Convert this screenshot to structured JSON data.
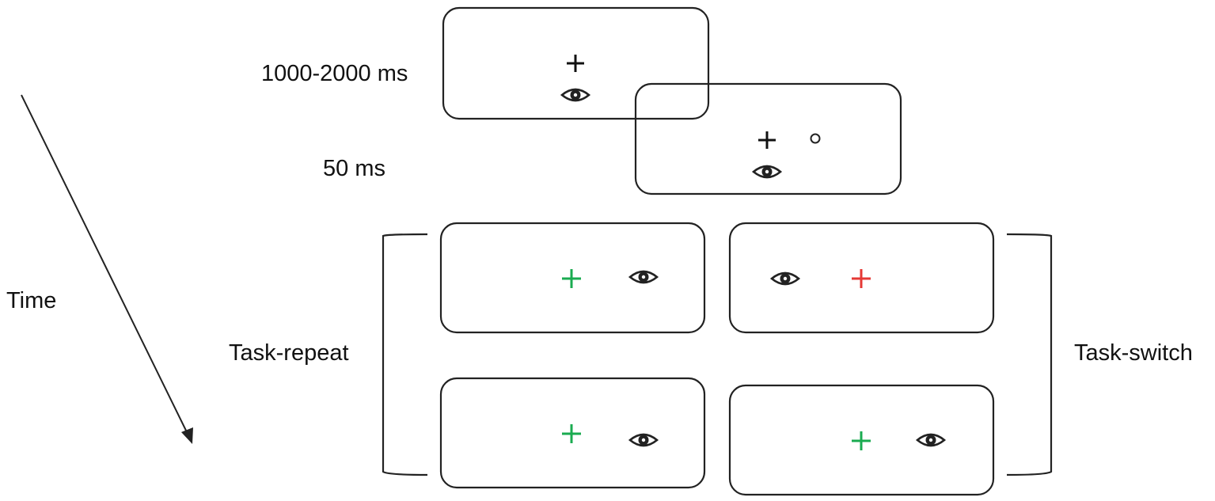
{
  "labels": {
    "time": "Time",
    "fixation_duration": "1000-2000 ms",
    "cue_duration": "50 ms",
    "task_repeat": "Task-repeat",
    "task_switch": "Task-switch"
  },
  "colors": {
    "cross_default": "#111111",
    "cross_green": "#1aab50",
    "cross_red": "#e53935",
    "frame_stroke": "#222222"
  },
  "icons": {
    "eye": "eye-icon",
    "cross": "fixation-cross",
    "dot": "peripheral-cue-circle"
  },
  "frames": [
    {
      "id": "fixation",
      "items": [
        "cross",
        "eye"
      ]
    },
    {
      "id": "cue",
      "items": [
        "cross",
        "dot",
        "eye"
      ]
    },
    {
      "id": "repeat-top",
      "cross_color": "green",
      "eye_side": "right"
    },
    {
      "id": "switch-top",
      "cross_color": "red",
      "eye_side": "left"
    },
    {
      "id": "repeat-bottom",
      "cross_color": "green",
      "eye_side": "right"
    },
    {
      "id": "switch-bottom",
      "cross_color": "green",
      "eye_side": "right"
    }
  ]
}
